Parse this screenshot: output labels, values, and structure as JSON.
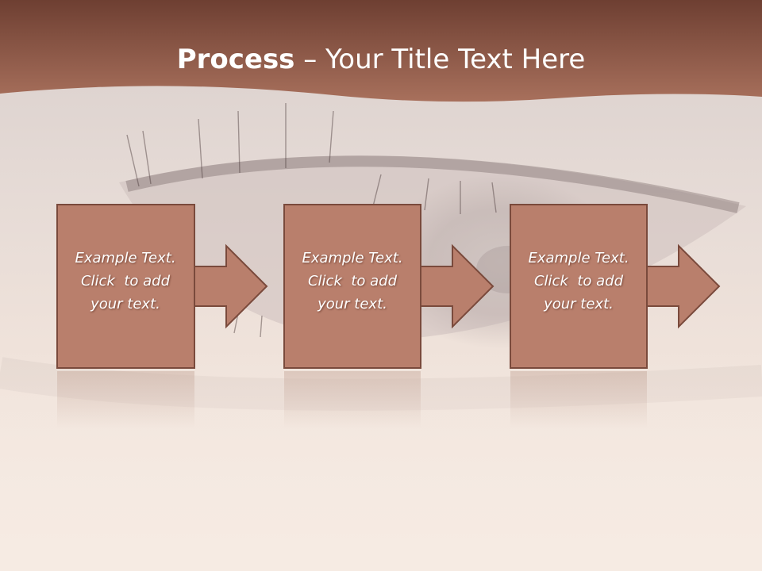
{
  "slide": {
    "title_bold": "Process",
    "title_rest": " – Your Title Text Here",
    "steps": [
      {
        "line1": "Example Text.",
        "line2": "Click  to add",
        "line3": "your text."
      },
      {
        "line1": "Example Text.",
        "line2": "Click  to add",
        "line3": "your text."
      },
      {
        "line1": "Example Text.",
        "line2": "Click  to add",
        "line3": "your text."
      }
    ]
  },
  "colors": {
    "header": "#9a5f4c",
    "box_fill": "#b97f6c",
    "box_stroke": "#7a4a3c",
    "background_light": "#f6ebe3"
  },
  "icons": {
    "step_arrow": "right-arrow-icon"
  }
}
